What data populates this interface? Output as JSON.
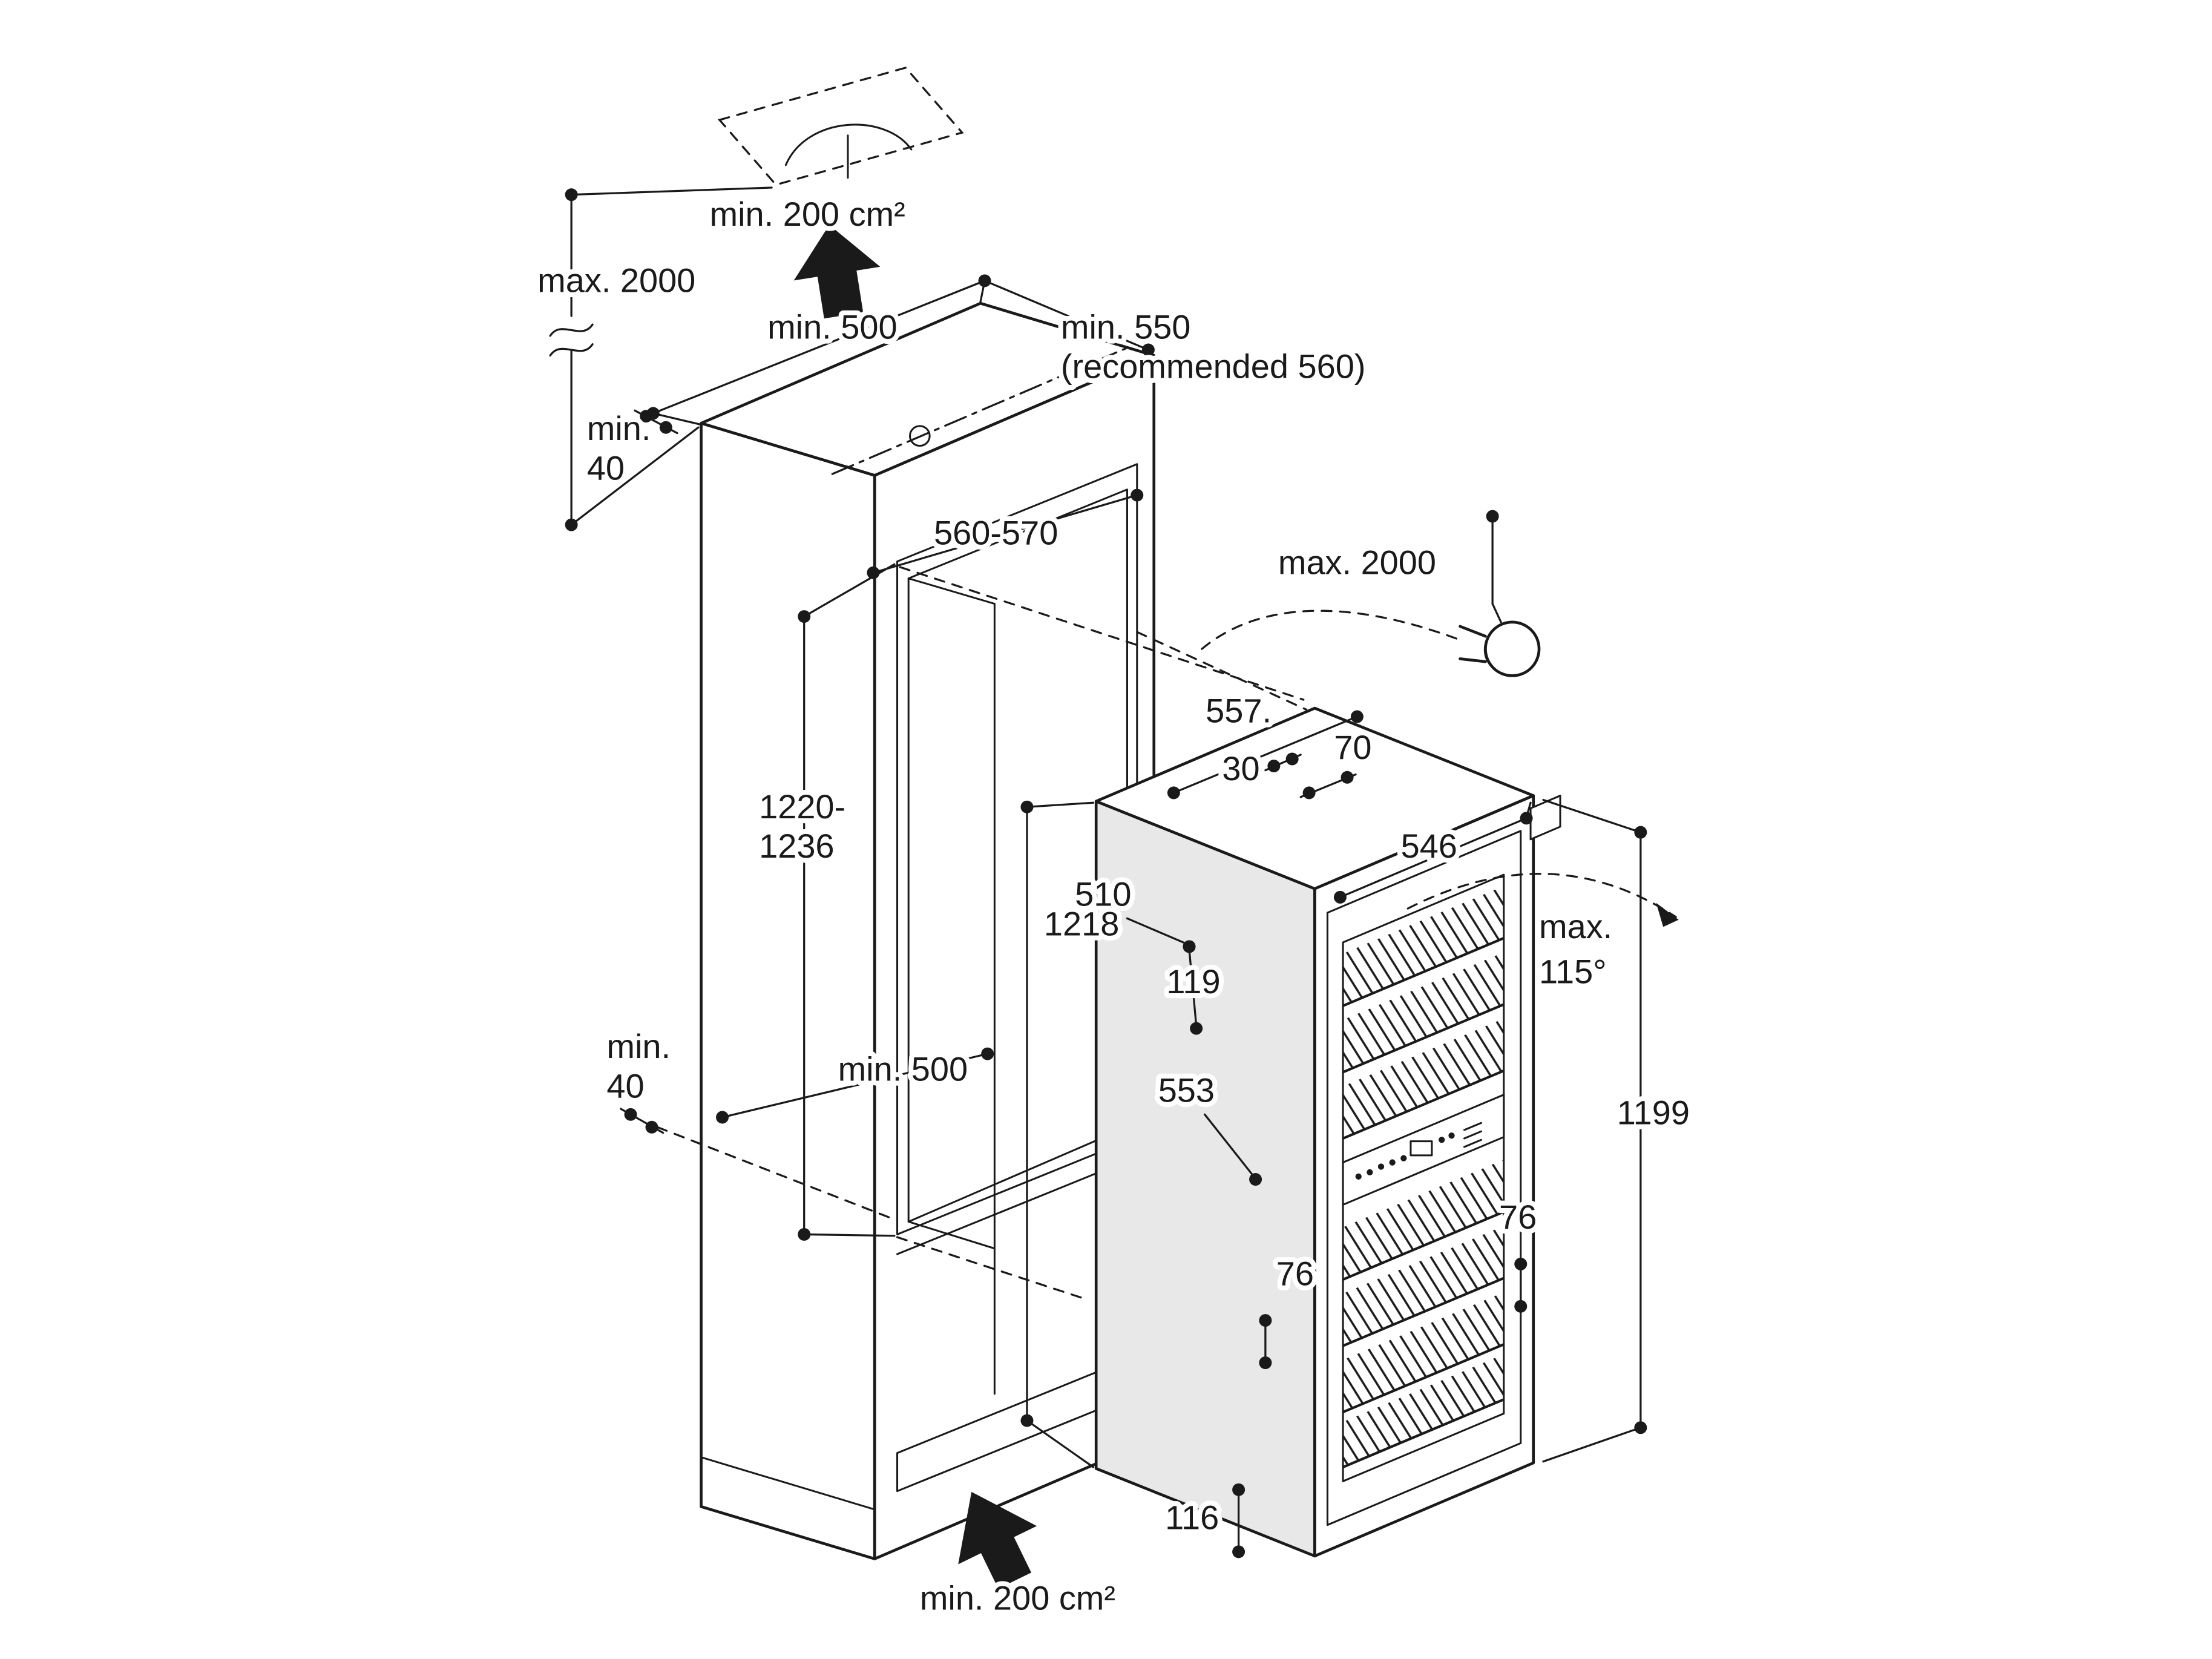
{
  "page": {
    "background": "#ffffff"
  },
  "diagram": {
    "subject": "built-in-wine-cabinet-installation-diagram",
    "colors": {
      "line": "#1a1a1a",
      "side_shade": "#e8e8e8"
    },
    "labels": {
      "vent_top_area": "min. 200 cm²",
      "clearance_top": "max. 2000",
      "niche_top_depth": "min. 500",
      "niche_depth_1": "min. 550",
      "niche_depth_2": "(recommended 560)",
      "gap_top_1": "min.",
      "gap_top_2": "40",
      "niche_width": "560-570",
      "cable_length": "max. 2000",
      "width_557": "557.",
      "offset_30": "30",
      "offset_70": "70",
      "niche_height_1": "1220-",
      "niche_height_2": "1236",
      "width_546": "546",
      "depth_510": "510",
      "height_1218": "1218",
      "offset_119": "119",
      "door_swing_1": "max.",
      "door_swing_2": "115°",
      "gap_bottom_1": "min.",
      "gap_bottom_2": "40",
      "niche_bottom_depth": "min. 500",
      "depth_553": "553",
      "height_1199": "1199",
      "hinge_76_right": "76",
      "hinge_76_left": "76",
      "plinth_116": "116",
      "vent_bottom_area": "min. 200 cm²"
    }
  }
}
